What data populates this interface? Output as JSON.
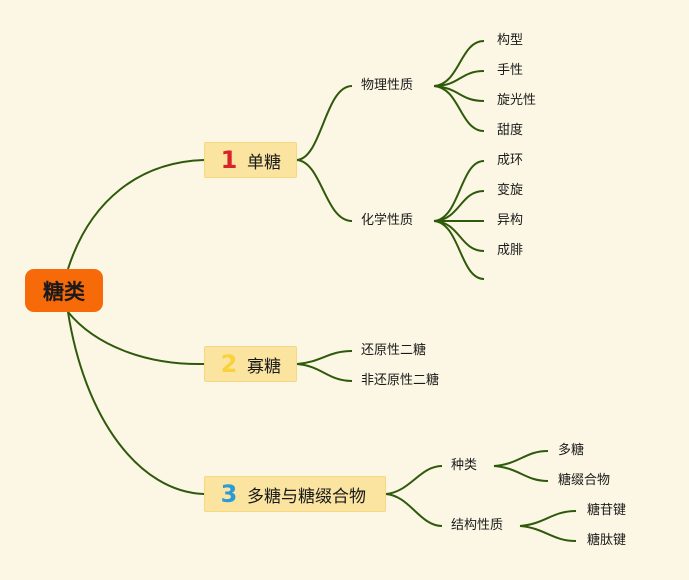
{
  "root": {
    "label": "糖类",
    "color": "#f66a0a"
  },
  "branches": [
    {
      "badge": "1",
      "badge_color": "#d9232a",
      "label": "单糖",
      "groups": [
        {
          "label": "物理性质",
          "items": [
            "构型",
            "手性",
            "旋光性",
            "甜度"
          ]
        },
        {
          "label": "化学性质",
          "items": [
            "成环",
            "变旋",
            "异构",
            "成腓",
            ""
          ]
        }
      ]
    },
    {
      "badge": "2",
      "badge_color": "#f8d23a",
      "label": "寡糖",
      "groups": [
        {
          "label": "",
          "items": [
            "还原性二糖",
            "非还原性二糖"
          ]
        }
      ]
    },
    {
      "badge": "3",
      "badge_color": "#2a9bd6",
      "label": "多糖与糖缀合物",
      "groups": [
        {
          "label": "种类",
          "items": [
            "多糖",
            "糖缀合物"
          ]
        },
        {
          "label": "结构性质",
          "items": [
            "糖苷键",
            "糖肽键"
          ]
        }
      ]
    }
  ],
  "colors": {
    "background": "#fcf7e4",
    "line": "#2f5a0c",
    "main_fill": "#fbe4a0"
  }
}
